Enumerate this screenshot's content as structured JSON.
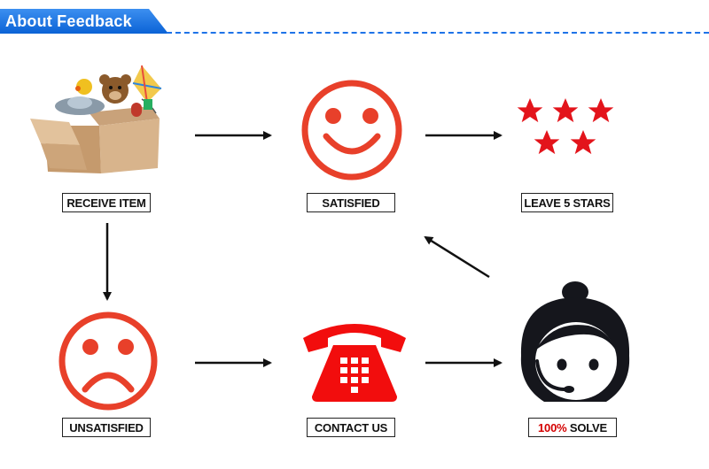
{
  "header": {
    "title": "About Feedback"
  },
  "nodes": {
    "receive_item": {
      "label": "RECEIVE ITEM"
    },
    "satisfied": {
      "label": "SATISFIED"
    },
    "leave_stars": {
      "label": "LEAVE 5 STARS"
    },
    "unsatisfied": {
      "label": "UNSATISFIED"
    },
    "contact_us": {
      "label": "CONTACT US"
    },
    "solve": {
      "label_highlight": "100%",
      "label_rest": " SOLVE"
    }
  },
  "colors": {
    "accent_blue": "#1e73e8",
    "face_red": "#e8402a",
    "star_red": "#e3141b",
    "phone_red": "#f20d0d",
    "highlight_red": "#d40000"
  },
  "icons": [
    "toy-box-icon",
    "smiley-face-icon",
    "five-stars-icon",
    "sad-face-icon",
    "telephone-icon",
    "customer-service-agent-icon"
  ]
}
